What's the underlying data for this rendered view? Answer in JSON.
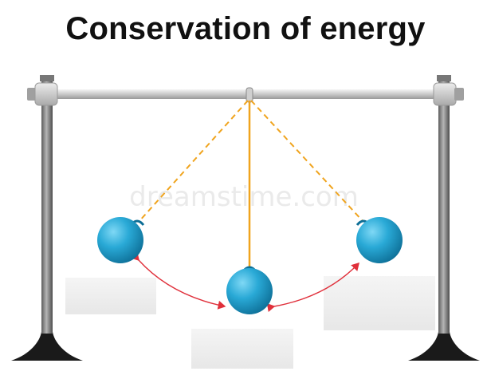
{
  "title": "Conservation of energy",
  "watermark": "dreamstime.com",
  "colors": {
    "ball": "#29a9d6",
    "ball_dark": "#0d6e96",
    "string": "#f0a41e",
    "arrow": "#e0303b",
    "frame": "#8a8a8a",
    "rail": "#d8d8d8",
    "base": "#1a1a1a"
  },
  "diagram": {
    "bobs": [
      "left-bob",
      "center-bob",
      "right-bob"
    ],
    "label_boxes": [
      "left-label-box",
      "center-label-box",
      "right-label-box"
    ]
  }
}
